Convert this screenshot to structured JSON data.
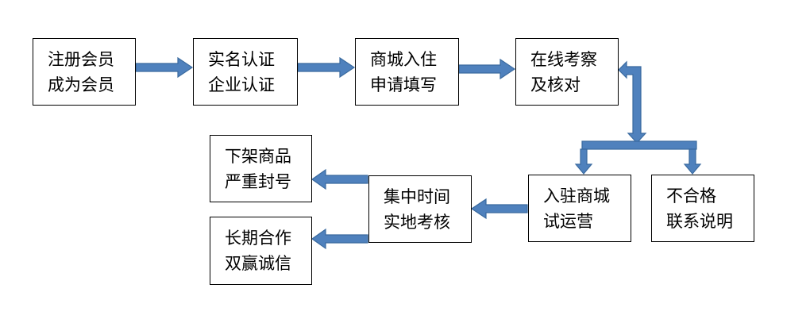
{
  "diagram": {
    "arrow_color": "#4f81bd",
    "arrow_edge_color": "#3a6a9f",
    "nodes": {
      "register": {
        "line1": "注册会员",
        "line2": "成为会员"
      },
      "verify": {
        "line1": "实名认证",
        "line2": "企业认证"
      },
      "apply": {
        "line1": "商城入住",
        "line2": "申请填写"
      },
      "review": {
        "line1": "在线考察",
        "line2": "及核对"
      },
      "trial": {
        "line1": "入驻商城",
        "line2": "试运营"
      },
      "fail": {
        "line1": "不合格",
        "line2": "联系说明"
      },
      "inspect": {
        "line1": "集中时间",
        "line2": "实地考核"
      },
      "ban": {
        "line1": "下架商品",
        "line2": "严重封号"
      },
      "partner": {
        "line1": "长期合作",
        "line2": "双赢诚信"
      }
    }
  }
}
